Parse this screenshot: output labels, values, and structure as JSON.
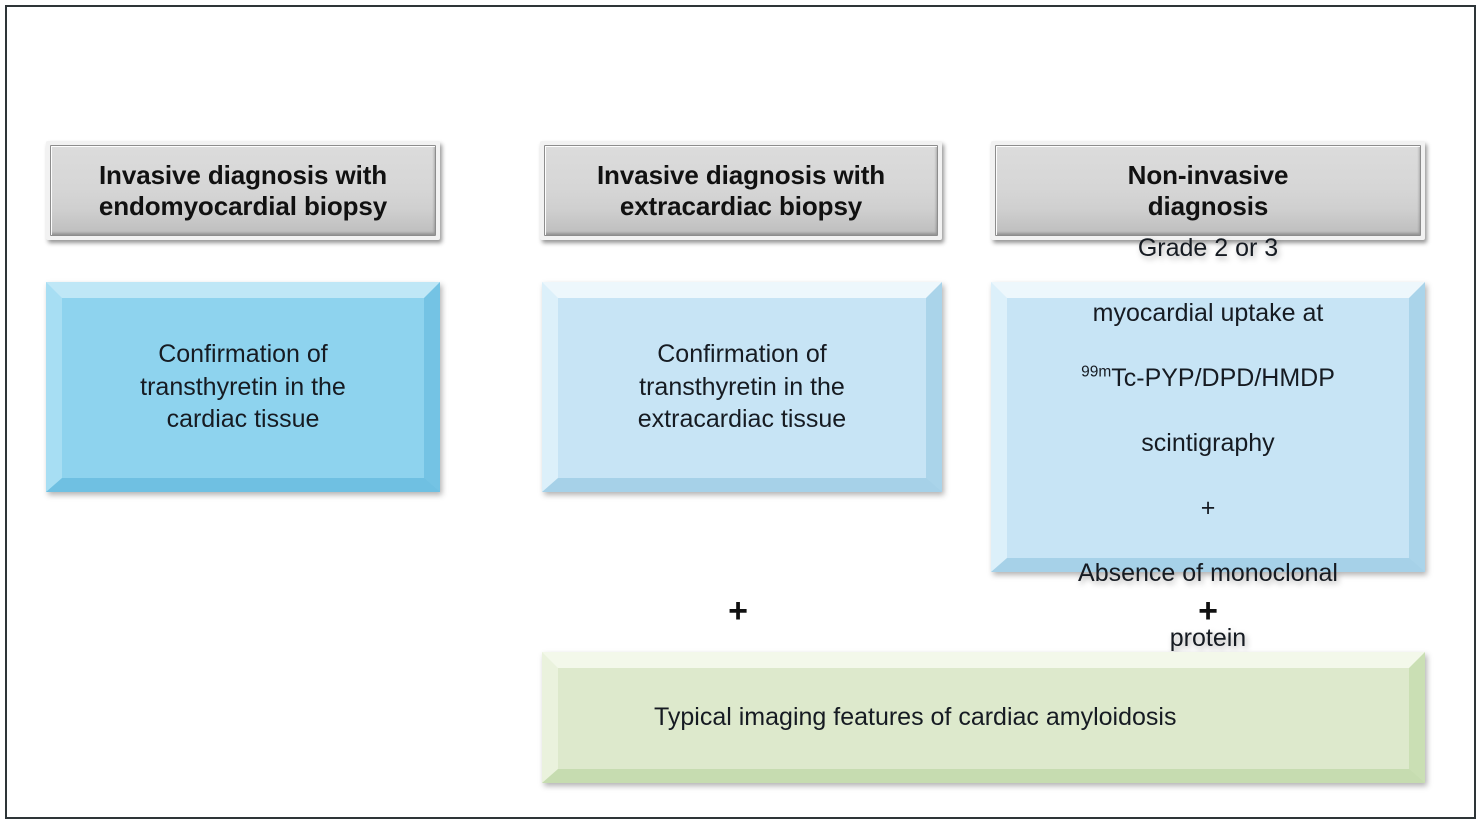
{
  "figure": {
    "type": "diagram",
    "subject": "Diagnostic pathways for transthyretin cardiac amyloidosis",
    "background_color": "#ffffff",
    "border_color": "#2e3538"
  },
  "colors": {
    "header_fill": "#d4d4d4",
    "blue_primary": "#8ed3ee",
    "blue_light": "#c7e4f5",
    "green_fill": "#dde9cc",
    "text": "#161b22"
  },
  "columns": [
    {
      "id": "endomyocardial",
      "header": "Invasive diagnosis with\nendomyocardial biopsy",
      "body": "Confirmation of\ntransthyretin in the\ncardiac tissue",
      "body_color": "#8ed3ee",
      "has_plus": false
    },
    {
      "id": "extracardiac",
      "header": "Invasive diagnosis with\nextracardiac biopsy",
      "body": "Confirmation of\ntransthyretin in the\nextracardiac tissue",
      "body_color": "#c7e4f5",
      "has_plus": true
    },
    {
      "id": "non-invasive",
      "header": "Non-invasive\ndiagnosis",
      "body_color": "#c7e4f5",
      "body_lines": {
        "line1": "Grade 2 or 3",
        "line2": "myocardial uptake at",
        "line3_sup": "99m",
        "line3": "Tc-PYP/DPD/HMDP",
        "line4": "scintigraphy",
        "line5": "+",
        "line6": "Absence of monoclonal",
        "line7": "protein"
      },
      "has_plus": true
    }
  ],
  "connectors": {
    "plus_symbol": "+",
    "count": 2
  },
  "footer": {
    "text": "Typical imaging features of cardiac amyloidosis",
    "fill": "#dde9cc",
    "spans_columns": [
      2,
      3
    ]
  }
}
